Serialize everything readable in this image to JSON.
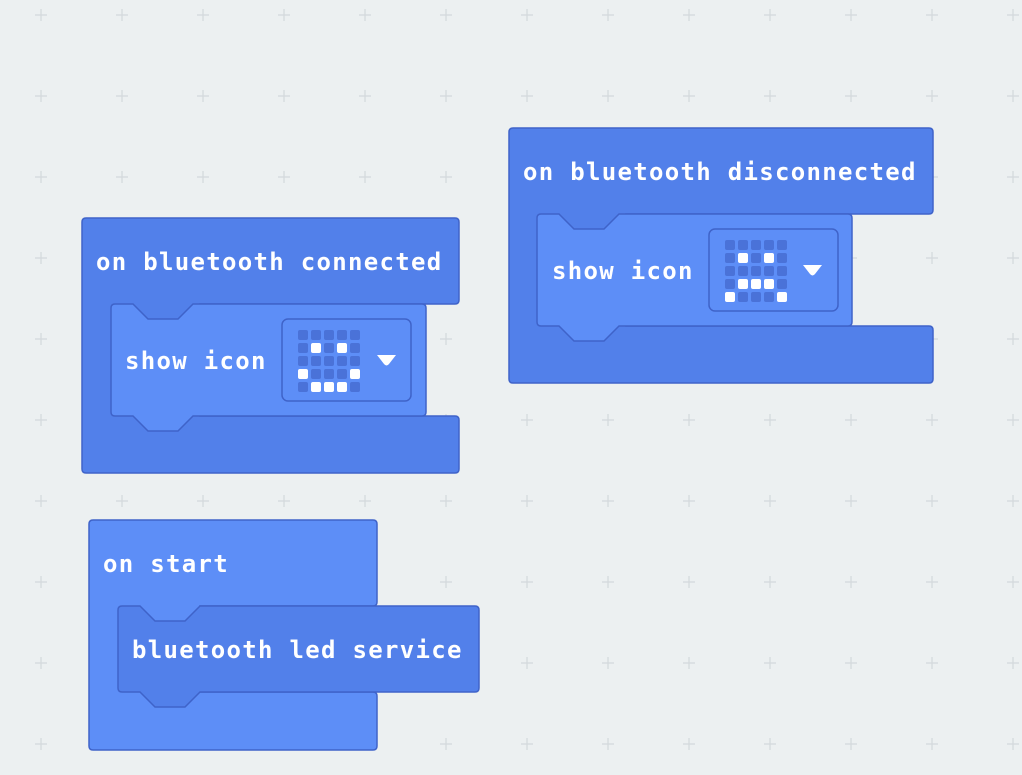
{
  "workspace": {
    "blocks": [
      {
        "event": "on bluetooth connected",
        "statement": "show icon",
        "icon_leds": [
          [
            0,
            0,
            0,
            0,
            0
          ],
          [
            0,
            1,
            0,
            1,
            0
          ],
          [
            0,
            0,
            0,
            0,
            0
          ],
          [
            1,
            0,
            0,
            0,
            1
          ],
          [
            0,
            1,
            1,
            1,
            0
          ]
        ],
        "icon_name": "happy"
      },
      {
        "event": "on bluetooth disconnected",
        "statement": "show icon",
        "icon_leds": [
          [
            0,
            0,
            0,
            0,
            0
          ],
          [
            0,
            1,
            0,
            1,
            0
          ],
          [
            0,
            0,
            0,
            0,
            0
          ],
          [
            0,
            1,
            1,
            1,
            0
          ],
          [
            1,
            0,
            0,
            0,
            1
          ]
        ],
        "icon_name": "sad"
      },
      {
        "event": "on start",
        "statement": "bluetooth led service"
      }
    ]
  },
  "colors": {
    "event_block": "#5280ea",
    "statement_block": "#5d8ef7",
    "led_on": "#ffffff",
    "led_off": "#4a72d8",
    "background": "#ecf0f1"
  }
}
